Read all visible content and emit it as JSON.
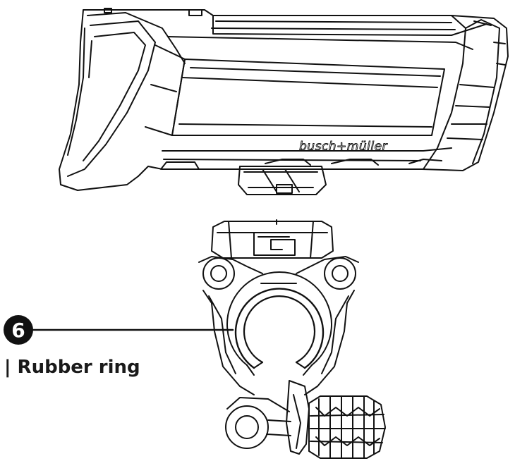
{
  "brand_text": "busch+müller",
  "callout": {
    "number": "6",
    "label": "| Rubber ring"
  },
  "colors": {
    "line": "#111111",
    "callout_circle": "#111111",
    "background": "#ffffff"
  }
}
